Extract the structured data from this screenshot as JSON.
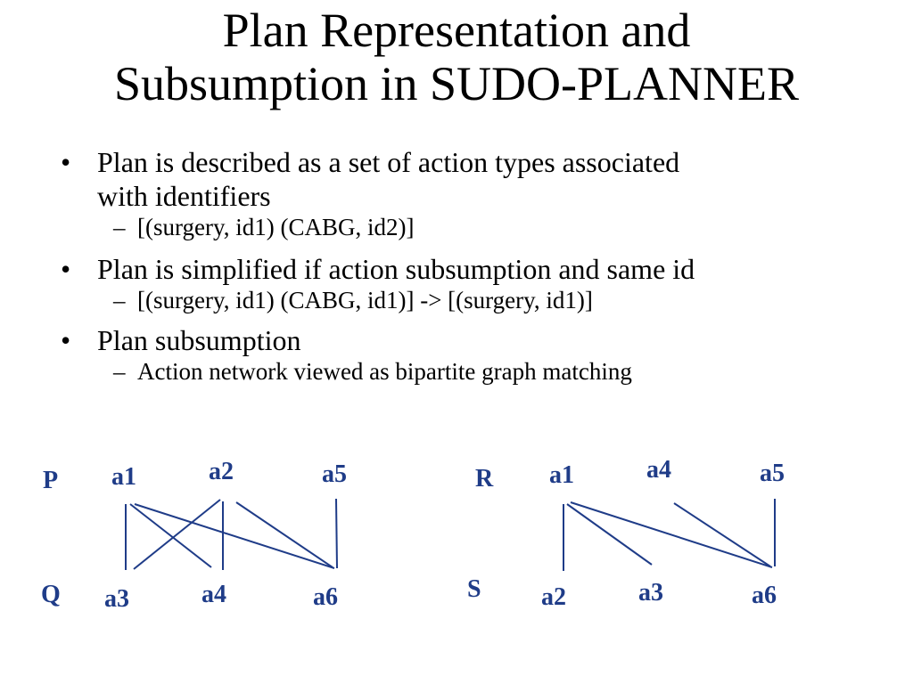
{
  "title": {
    "line1": "Plan Representation and",
    "line2": "Subsumption in SUDO-PLANNER"
  },
  "bullets": [
    {
      "text": "Plan is described as a set of action types associated",
      "text_cont": "with identifiers",
      "sub": "[(surgery, id1) (CABG, id2)]"
    },
    {
      "text": "Plan is simplified if action subsumption and same id",
      "sub": "[(surgery, id1) (CABG, id1)]  -> [(surgery, id1)]"
    },
    {
      "text": "Plan subsumption",
      "sub": "Action network viewed as bipartite graph matching"
    }
  ],
  "markers": {
    "bullet": "•",
    "dash": "–"
  },
  "graphs": {
    "left": {
      "top_set": "P",
      "bottom_set": "Q",
      "top_nodes": [
        "a1",
        "a2",
        "a5"
      ],
      "bottom_nodes": [
        "a3",
        "a4",
        "a6"
      ],
      "edges": [
        [
          "a1",
          "a3"
        ],
        [
          "a1",
          "a4"
        ],
        [
          "a1",
          "a6"
        ],
        [
          "a2",
          "a3"
        ],
        [
          "a2",
          "a4"
        ],
        [
          "a2",
          "a6"
        ],
        [
          "a5",
          "a6"
        ]
      ]
    },
    "right": {
      "top_set": "R",
      "bottom_set": "S",
      "top_nodes": [
        "a1",
        "a4",
        "a5"
      ],
      "bottom_nodes": [
        "a2",
        "a3",
        "a6"
      ],
      "edges": [
        [
          "a1",
          "a2"
        ],
        [
          "a1",
          "a3"
        ],
        [
          "a1",
          "a6"
        ],
        [
          "a4",
          "a6"
        ],
        [
          "a5",
          "a6"
        ]
      ]
    }
  },
  "colors": {
    "diagram": "#1f3c88",
    "text": "#000000",
    "background": "#ffffff"
  }
}
